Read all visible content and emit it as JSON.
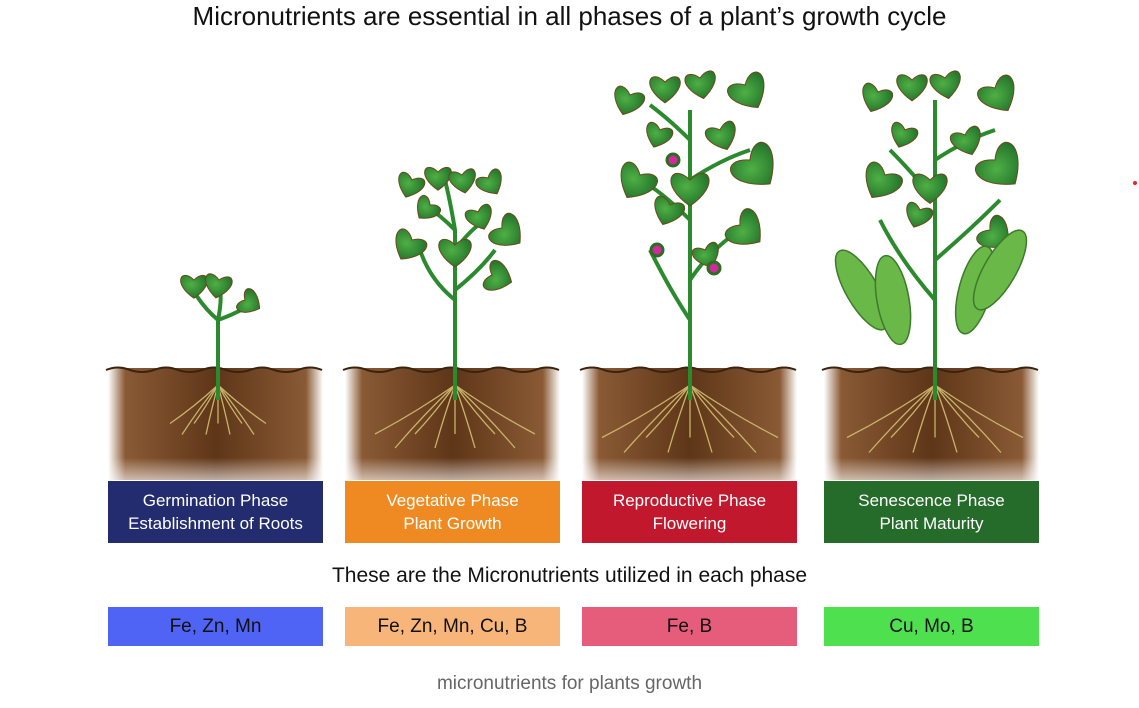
{
  "title": "Micronutrients are essential in all phases of a plant’s growth cycle",
  "phases": [
    {
      "name": "Germination Phase",
      "desc": "Establishment of Roots",
      "color": "#222c6e",
      "nutrients": "Fe, Zn, Mn",
      "nutrient_color": "#4f63f5"
    },
    {
      "name": "Vegetative Phase",
      "desc": "Plant Growth",
      "color": "#ef8a22",
      "nutrients": "Fe, Zn, Mn, Cu, B",
      "nutrient_color": "#f7b57a"
    },
    {
      "name": "Reproductive Phase",
      "desc": "Flowering",
      "color": "#c2182e",
      "nutrients": "Fe, B",
      "nutrient_color": "#e55d7b"
    },
    {
      "name": "Senescence Phase",
      "desc": "Plant Maturity",
      "color": "#256b2a",
      "nutrients": "Cu, Mo, B",
      "nutrient_color": "#4fe04f"
    }
  ],
  "subtitle": "These are the Micronutrients utilized in each phase",
  "caption": "micronutrients for plants growth"
}
